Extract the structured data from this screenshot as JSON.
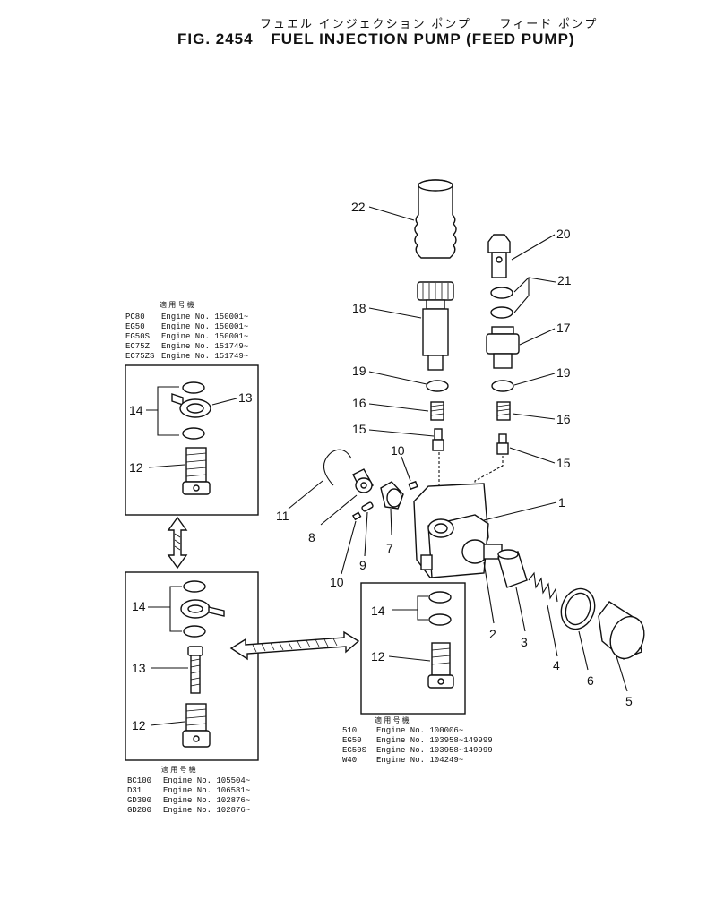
{
  "title_jp": [
    "フュエル インジェクション ポンプ",
    "フィード ポンプ"
  ],
  "figure_label": "FIG. 2454",
  "figure_title": "FUEL INJECTION PUMP (FEED PUMP)",
  "callouts": {
    "c1": "1",
    "c2": "2",
    "c3": "3",
    "c4": "4",
    "c5": "5",
    "c6": "6",
    "c7": "7",
    "c8": "8",
    "c9": "9",
    "c10a": "10",
    "c10b": "10",
    "c11": "11",
    "c15a": "15",
    "c15b": "15",
    "c16a": "16",
    "c16b": "16",
    "c17": "17",
    "c18": "18",
    "c19a": "19",
    "c19b": "19",
    "c20": "20",
    "c21": "21",
    "c22": "22"
  },
  "box_a": {
    "heading": "適 用 号 機",
    "rows": [
      {
        "model": "PC80",
        "engine": "Engine No. 150001~"
      },
      {
        "model": "EG50",
        "engine": "Engine No. 150001~"
      },
      {
        "model": "EG50S",
        "engine": "Engine No. 150001~"
      },
      {
        "model": "EC75Z",
        "engine": "Engine No. 151749~"
      },
      {
        "model": "EC75ZS",
        "engine": "Engine No. 151749~"
      }
    ],
    "c14": "14",
    "c13": "13",
    "c12": "12"
  },
  "box_b": {
    "heading": "適 用 号 機",
    "rows": [
      {
        "model": "BC100",
        "engine": "Engine No. 105504~"
      },
      {
        "model": "D31",
        "engine": "Engine No. 106581~"
      },
      {
        "model": "GD300",
        "engine": "Engine No. 102876~"
      },
      {
        "model": "GD200",
        "engine": "Engine No. 102876~"
      }
    ],
    "c14": "14",
    "c13": "13",
    "c12": "12"
  },
  "box_c": {
    "heading": "適 用 号 機",
    "rows": [
      {
        "model": "510",
        "engine": "Engine No. 100006~"
      },
      {
        "model": "EG50",
        "engine": "Engine No. 103958~149999"
      },
      {
        "model": "EG50S",
        "engine": "Engine No. 103958~149999"
      },
      {
        "model": "W40",
        "engine": "Engine No. 104249~"
      }
    ],
    "c14": "14",
    "c12": "12"
  }
}
